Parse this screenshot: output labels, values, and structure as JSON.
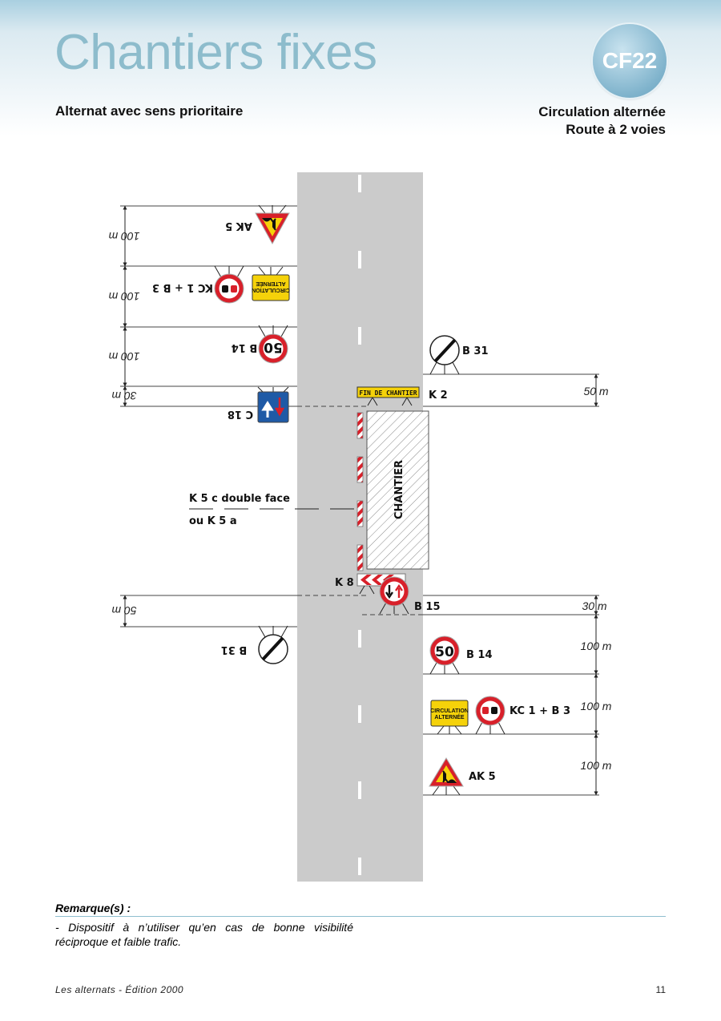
{
  "header": {
    "title": "Chantiers fixes",
    "badge": "CF22",
    "subtitle_left": "Alternat avec sens prioritaire",
    "subtitle_right_1": "Circulation alternée",
    "subtitle_right_2": "Route à 2 voies"
  },
  "diagram": {
    "left_signs": {
      "ak5": "AK 5",
      "kc1_b3": "KC 1 + B 3",
      "panel_1": "CIRCULATION",
      "panel_2": "ALTERNÉE",
      "b14": "B 14",
      "b14_value": "50",
      "c18": "C 18",
      "b31": "B 31"
    },
    "right_signs": {
      "b31": "B 31",
      "k2_panel": "FIN DE CHANTIER",
      "k2": "K 2",
      "k8": "K 8",
      "b15": "B 15",
      "b14": "B 14",
      "b14_value": "50",
      "panel_1": "CIRCULATION",
      "panel_2": "ALTERNÉE",
      "kc1_b3": "KC 1 + B 3",
      "ak5": "AK 5"
    },
    "work_zone": "CHANTIER",
    "k5_label_1": "K 5 c double face",
    "k5_label_2": "ou K 5 a",
    "left_distances": [
      "100 m",
      "100 m",
      "100 m",
      "30 m",
      "50 m"
    ],
    "right_distances": [
      "50 m",
      "30 m",
      "100 m",
      "100 m",
      "100 m"
    ],
    "colors": {
      "road": "#cbcbcb",
      "red": "#d8202a",
      "yellow": "#f5d20a",
      "blue": "#1f5aa6",
      "accent": "#8dbccc"
    }
  },
  "remarks": {
    "title": "Remarque(s) :",
    "text": "- Dispositif à n’utiliser qu’en cas de bonne visibilité réciproque et faible trafic."
  },
  "footer": {
    "left": "Les alternats - Édition 2000",
    "page": "11"
  }
}
